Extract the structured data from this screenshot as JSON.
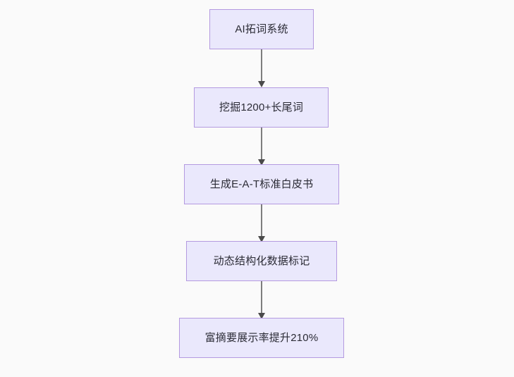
{
  "diagram": {
    "type": "flowchart",
    "direction": "top-to-bottom",
    "background_color": "#fafafa",
    "node_fill_color": "#eae8fc",
    "node_border_color": "#b49ae0",
    "node_text_color": "#2b2b35",
    "edge_color": "#7d7d7d",
    "arrowhead_color": "#4a4a4a",
    "nodes": [
      {
        "id": "n1",
        "label": "AI拓词系统"
      },
      {
        "id": "n2",
        "label": "挖掘1200+长尾词"
      },
      {
        "id": "n3",
        "label": "生成E-A-T标准白皮书"
      },
      {
        "id": "n4",
        "label": "动态结构化数据标记"
      },
      {
        "id": "n5",
        "label": "富摘要展示率提升210%"
      }
    ],
    "edges": [
      {
        "from": "n1",
        "to": "n2"
      },
      {
        "from": "n2",
        "to": "n3"
      },
      {
        "from": "n3",
        "to": "n4"
      },
      {
        "from": "n4",
        "to": "n5"
      }
    ]
  }
}
